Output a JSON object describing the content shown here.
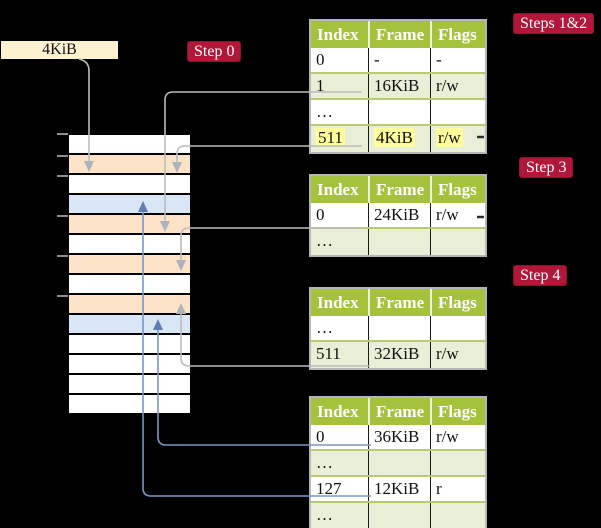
{
  "colors": {
    "background": "#000000",
    "badge_red": "#b01739",
    "badge_border": "#8c1230",
    "header_green": "#a4c23c",
    "row_light_green": "#e9efd6",
    "row_white": "#ffffff",
    "olive_row_border": "#b6ca70",
    "table_border": "#b5b5b5",
    "frame_peach": "#fce3c7",
    "frame_blue": "#d8e6f6",
    "highlight_yellow": "#feff9b",
    "box_cream": "#fdf2d0",
    "line_grey": "#bcbcbc",
    "arrow_grey": "#adb3bd",
    "line_blue": "#7b97c4",
    "arrow_blue": "#5f7fb4",
    "stub_dark": "#2e2e2e"
  },
  "page_size_label": "4KiB",
  "step_badges": [
    {
      "text": "Step 0"
    },
    {
      "text": "Steps 1&2"
    },
    {
      "text": "Step 3"
    },
    {
      "text": "Step 4"
    }
  ],
  "memory_column": {
    "rows": [
      "white",
      "peach",
      "white",
      "blue",
      "peach",
      "white",
      "peach",
      "white",
      "peach",
      "blue",
      "white",
      "white",
      "white",
      "white"
    ]
  },
  "page_tables": [
    {
      "name": "page-table-steps-1-2",
      "headers": [
        "Index",
        "Frame",
        "Flags"
      ],
      "rows": [
        {
          "cells": [
            "0",
            "-",
            "-"
          ],
          "shade": "white",
          "highlight": false
        },
        {
          "cells": [
            "1",
            "16KiB",
            "r/w"
          ],
          "shade": "green",
          "highlight": false
        },
        {
          "cells": [
            "…",
            "",
            ""
          ],
          "shade": "white",
          "highlight": false
        },
        {
          "cells": [
            "511",
            "4KiB",
            "r/w"
          ],
          "shade": "green",
          "highlight": true
        }
      ]
    },
    {
      "name": "page-table-step-3",
      "headers": [
        "Index",
        "Frame",
        "Flags"
      ],
      "rows": [
        {
          "cells": [
            "0",
            "24KiB",
            "r/w"
          ],
          "shade": "white",
          "highlight": false
        },
        {
          "cells": [
            "…",
            "",
            ""
          ],
          "shade": "green",
          "highlight": false
        }
      ]
    },
    {
      "name": "page-table-step-4-upper",
      "headers": [
        "Index",
        "Frame",
        "Flags"
      ],
      "rows": [
        {
          "cells": [
            "…",
            "",
            ""
          ],
          "shade": "white",
          "highlight": false
        },
        {
          "cells": [
            "511",
            "32KiB",
            "r/w"
          ],
          "shade": "green",
          "highlight": false
        }
      ]
    },
    {
      "name": "page-table-step-4-lower",
      "headers": [
        "Index",
        "Frame",
        "Flags"
      ],
      "rows": [
        {
          "cells": [
            "0",
            "36KiB",
            "r/w"
          ],
          "shade": "white",
          "highlight": false
        },
        {
          "cells": [
            "…",
            "",
            ""
          ],
          "shade": "green",
          "highlight": false
        },
        {
          "cells": [
            "127",
            "12KiB",
            "r"
          ],
          "shade": "white",
          "highlight": false
        },
        {
          "cells": [
            "…",
            "",
            ""
          ],
          "shade": "green",
          "highlight": false
        }
      ]
    }
  ],
  "connections": [
    {
      "from": "4KiB-box",
      "to": "memory-frame-2",
      "color": "grey"
    },
    {
      "from": "table1-row-1",
      "to": "memory-frame-5",
      "color": "grey"
    },
    {
      "from": "table1-row-511",
      "to": "memory-frame-2",
      "color": "grey"
    },
    {
      "from": "table2-row-0",
      "to": "memory-frame-7",
      "color": "grey"
    },
    {
      "from": "table3-row-511",
      "to": "memory-frame-9",
      "color": "grey"
    },
    {
      "from": "table4-row-0",
      "to": "memory-frame-10",
      "color": "blue"
    },
    {
      "from": "table4-row-127",
      "to": "memory-frame-4",
      "color": "blue"
    }
  ]
}
